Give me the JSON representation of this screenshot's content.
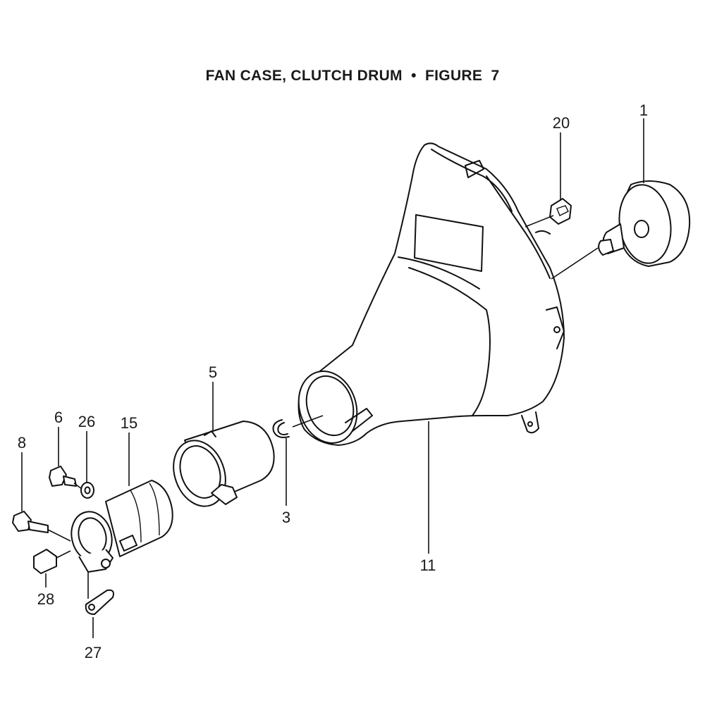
{
  "figure": {
    "title": "FAN CASE, CLUTCH DRUM  •  FIGURE  7"
  },
  "callouts": [
    {
      "id": "c1",
      "label": "1"
    },
    {
      "id": "c20",
      "label": "20"
    },
    {
      "id": "c5",
      "label": "5"
    },
    {
      "id": "c3",
      "label": "3"
    },
    {
      "id": "c11",
      "label": "11"
    },
    {
      "id": "c6",
      "label": "6"
    },
    {
      "id": "c26",
      "label": "26"
    },
    {
      "id": "c15",
      "label": "15"
    },
    {
      "id": "c8",
      "label": "8"
    },
    {
      "id": "c28",
      "label": "28"
    },
    {
      "id": "c27",
      "label": "27"
    }
  ]
}
